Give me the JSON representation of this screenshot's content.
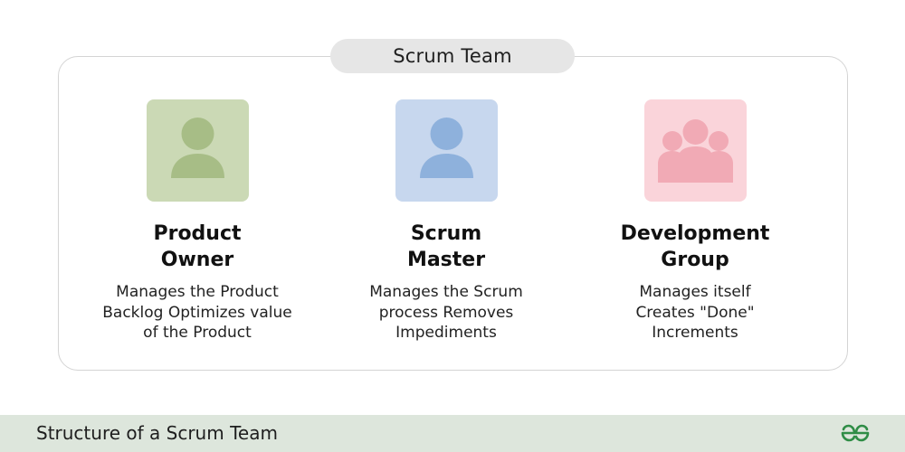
{
  "diagram": {
    "team_label": "Scrum Team",
    "roles": [
      {
        "icon": "person-icon",
        "color": "#cbd9b5",
        "icon_color": "#a7bd86",
        "title_lines": [
          "Product",
          "Owner"
        ],
        "desc_lines": [
          "Manages the Product",
          "Backlog Optimizes value",
          "of the Product"
        ]
      },
      {
        "icon": "person-icon",
        "color": "#c7d7ee",
        "icon_color": "#8eb1dc",
        "title_lines": [
          "Scrum",
          "Master"
        ],
        "desc_lines": [
          "Manages the Scrum",
          "process Removes",
          "Impediments"
        ]
      },
      {
        "icon": "group-icon",
        "color": "#fad4da",
        "icon_color": "#f1aab5",
        "title_lines": [
          "Development",
          "Group"
        ],
        "desc_lines": [
          "Manages itself",
          "Creates \"Done\"",
          "Increments"
        ]
      }
    ]
  },
  "footer": {
    "caption": "Structure of a Scrum Team",
    "logo": "geeksforgeeks-logo",
    "background": "#dde6dc",
    "logo_color": "#2f8d46"
  }
}
